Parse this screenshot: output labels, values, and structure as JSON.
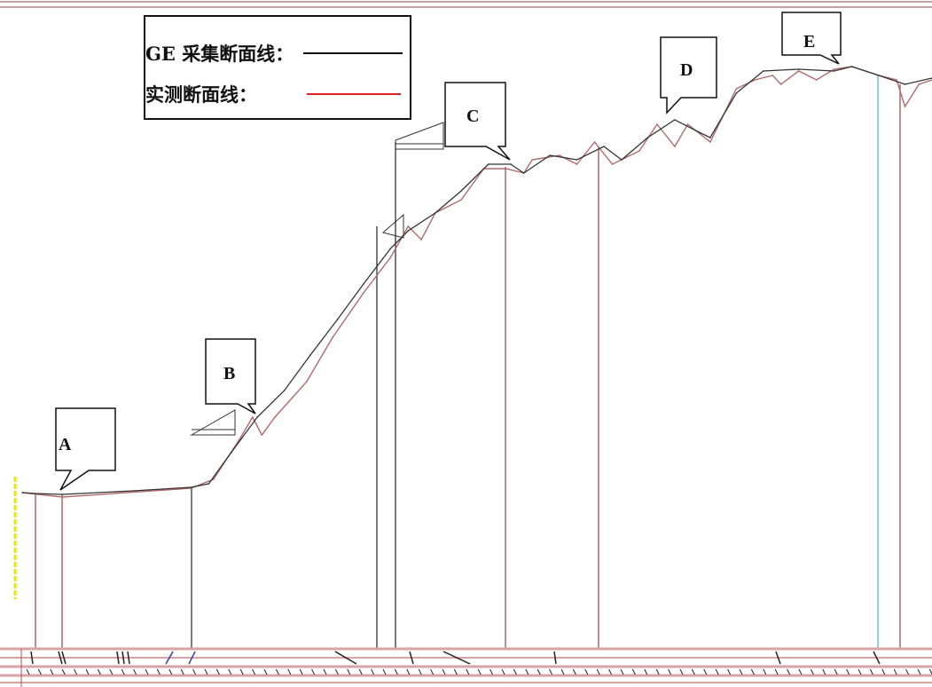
{
  "legend": {
    "ge_label": "GE 采集断面线：",
    "measured_label": "实测断面线："
  },
  "colors": {
    "ge": "#333333",
    "measured": "#b06a6a",
    "legend_red": "#e02020"
  },
  "chart_data": {
    "type": "line",
    "title": "",
    "xlabel": "",
    "ylabel": "",
    "xlim": [
      0,
      100
    ],
    "ylim": [
      0,
      100
    ],
    "grid": false,
    "legend_position": "top-left",
    "series": [
      {
        "name": "GE 采集断面线",
        "x": [
          2.4,
          3.8,
          6.7,
          14.3,
          20.5,
          22.4,
          24.8,
          27.6,
          30.5,
          33.3,
          36.2,
          39,
          41.9,
          43.8,
          46.7,
          49.5,
          52.4,
          54.8,
          56.2,
          59,
          61.9,
          64.8,
          66.7,
          69.5,
          72.4,
          75.2,
          76.2,
          79,
          81.9,
          85.7,
          89.5,
          91.4,
          94.3,
          97.1,
          100
        ],
        "y": [
          1,
          0.8,
          0.6,
          1.4,
          2.2,
          3,
          10,
          18,
          24,
          32,
          40,
          48,
          56,
          60,
          64,
          69,
          75,
          75,
          73,
          77,
          76,
          79,
          76,
          81,
          85,
          82,
          81,
          91,
          96,
          96.4,
          96,
          97,
          95,
          93,
          94.4
        ]
      },
      {
        "name": "实测断面线",
        "x": [
          2.4,
          6.7,
          20.5,
          22.9,
          25.7,
          27.1,
          28.1,
          29.5,
          32.9,
          35.7,
          39,
          41.9,
          43.8,
          45.2,
          46.7,
          49.5,
          51.9,
          54.3,
          56.2,
          57.1,
          60,
          61.9,
          63.8,
          65.7,
          68.6,
          70.5,
          72.4,
          73.8,
          76.2,
          79,
          81,
          82.9,
          83.8,
          85.7,
          87.6,
          89.5,
          91.4,
          94.3,
          96.2,
          97.1,
          98.6,
          100
        ],
        "y": [
          1,
          0,
          2,
          4,
          13,
          18,
          14,
          18,
          26,
          36,
          46,
          54,
          61,
          58,
          64,
          67,
          74,
          74,
          73,
          76,
          77,
          75,
          80,
          75,
          78,
          84,
          79,
          84,
          80,
          92,
          94,
          95,
          93,
          96,
          94,
          96.4,
          97,
          95,
          94,
          88,
          93,
          94
        ]
      }
    ],
    "annotations": [
      "A",
      "B",
      "C",
      "D",
      "E"
    ]
  }
}
